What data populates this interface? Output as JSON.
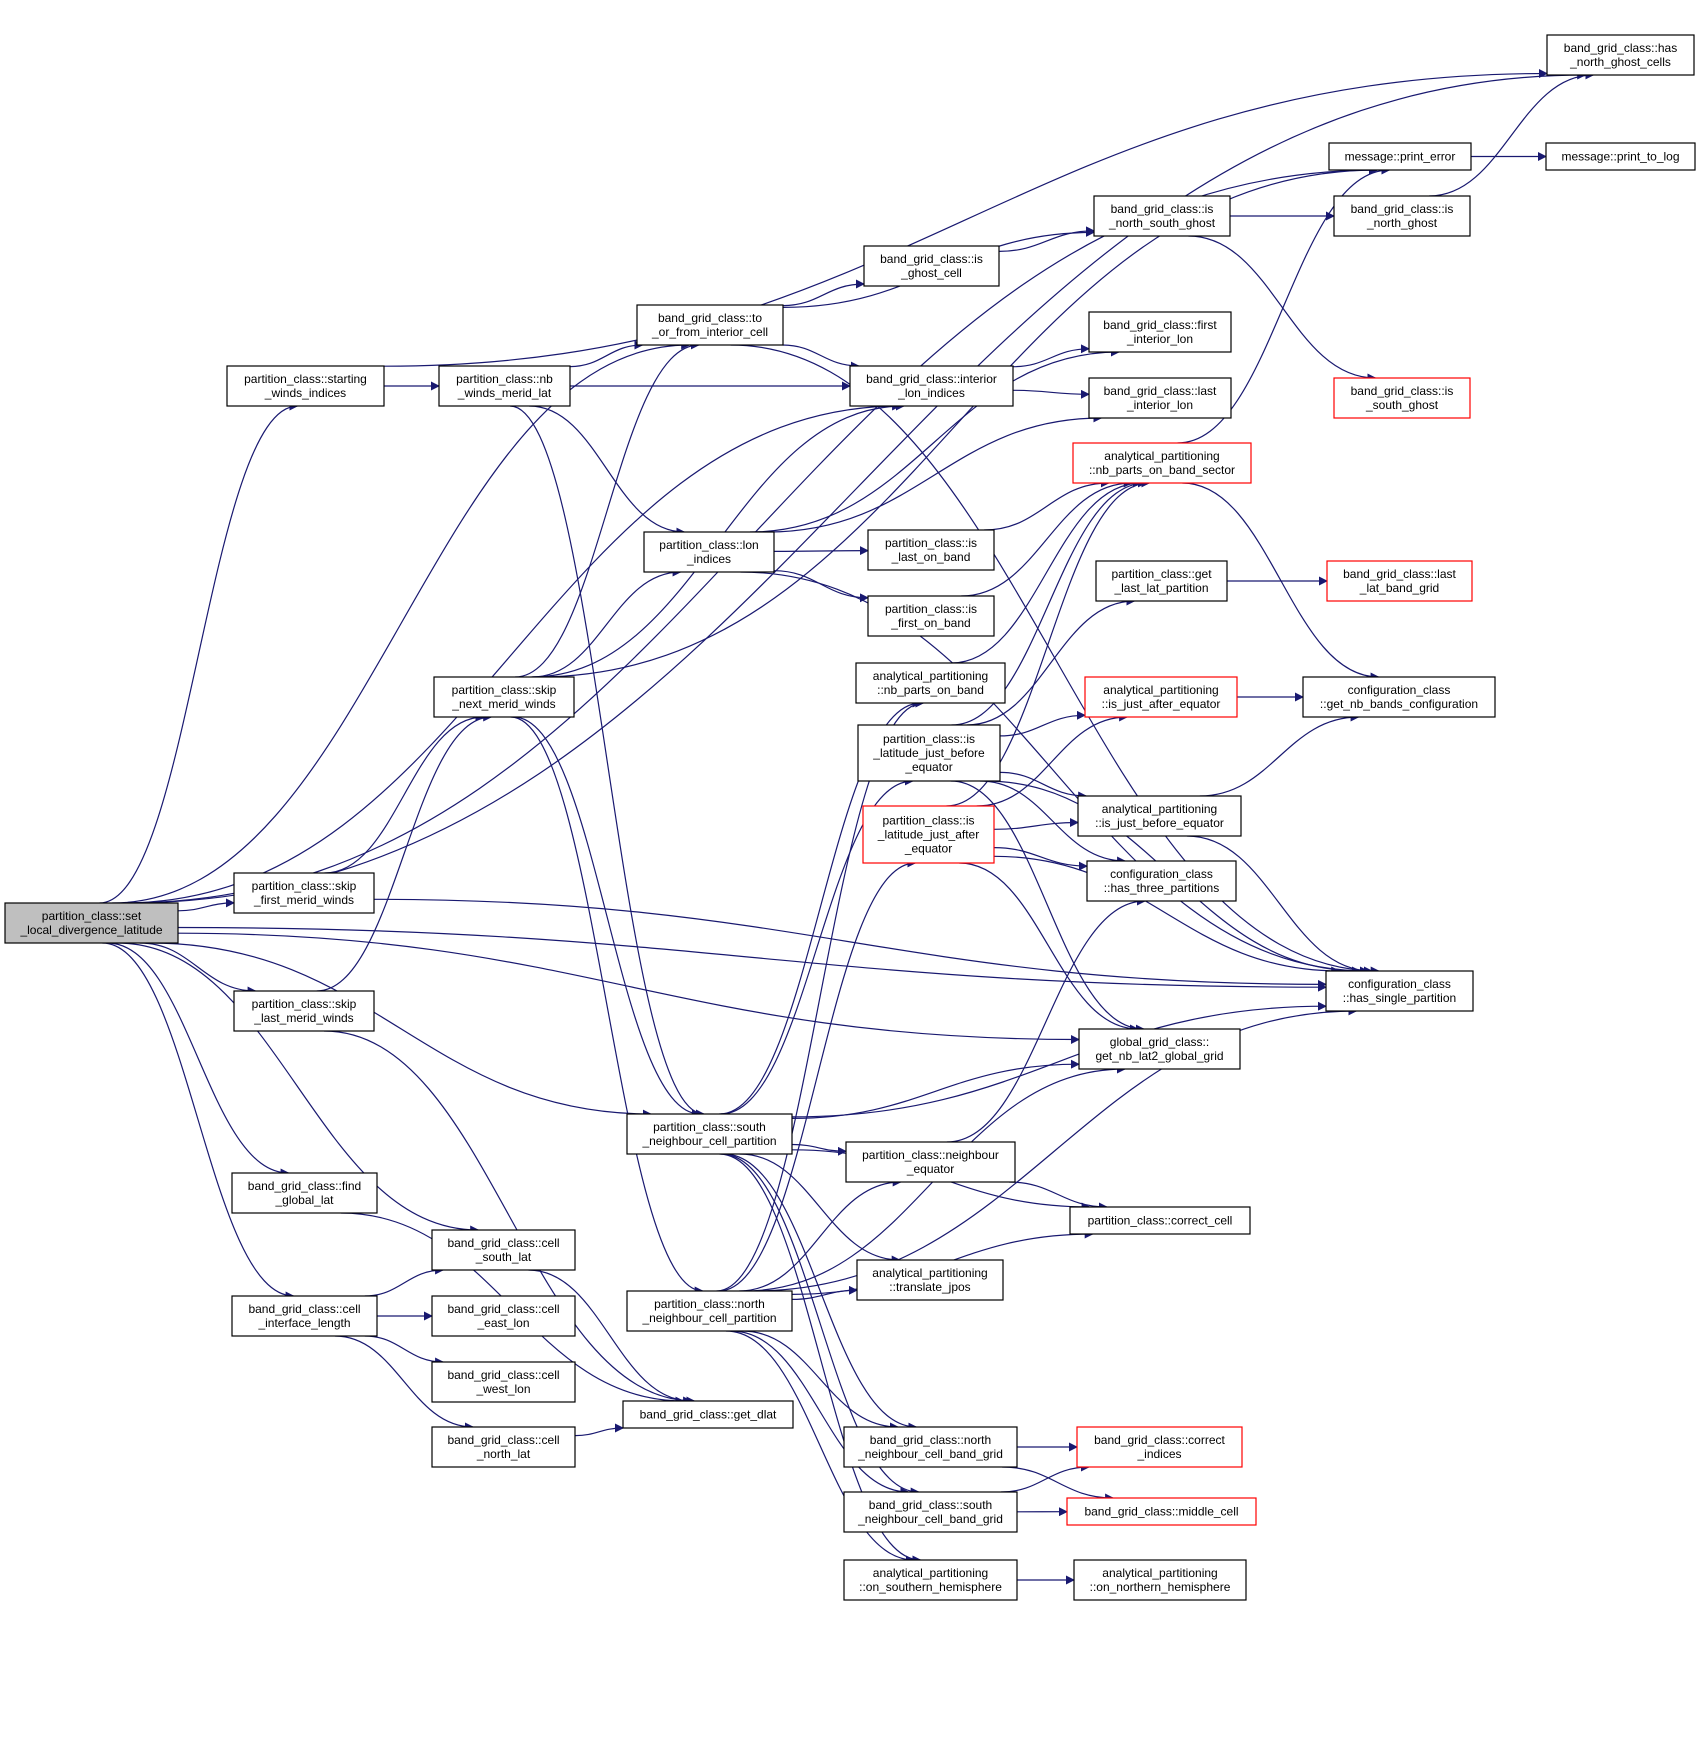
{
  "diagram": {
    "nodes": [
      {
        "id": "root",
        "lines": [
          "partition_class::set",
          "_local_divergence_latitude"
        ],
        "style": "root"
      },
      {
        "id": "has_north_ghost_cells",
        "lines": [
          "band_grid_class::has",
          "_north_ghost_cells"
        ],
        "style": "normal"
      },
      {
        "id": "print_error",
        "lines": [
          "message::print_error"
        ],
        "style": "normal"
      },
      {
        "id": "print_to_log",
        "lines": [
          "message::print_to_log"
        ],
        "style": "normal"
      },
      {
        "id": "is_north_south_ghost",
        "lines": [
          "band_grid_class::is",
          "_north_south_ghost"
        ],
        "style": "normal"
      },
      {
        "id": "is_north_ghost",
        "lines": [
          "band_grid_class::is",
          "_north_ghost"
        ],
        "style": "normal"
      },
      {
        "id": "is_ghost_cell",
        "lines": [
          "band_grid_class::is",
          "_ghost_cell"
        ],
        "style": "normal"
      },
      {
        "id": "to_or_from_interior_cell",
        "lines": [
          "band_grid_class::to",
          "_or_from_interior_cell"
        ],
        "style": "normal"
      },
      {
        "id": "first_interior_lon",
        "lines": [
          "band_grid_class::first",
          "_interior_lon"
        ],
        "style": "normal"
      },
      {
        "id": "starting_winds_indices",
        "lines": [
          "partition_class::starting",
          "_winds_indices"
        ],
        "style": "normal"
      },
      {
        "id": "nb_winds_merid_lat",
        "lines": [
          "partition_class::nb",
          "_winds_merid_lat"
        ],
        "style": "normal"
      },
      {
        "id": "interior_lon_indices",
        "lines": [
          "band_grid_class::interior",
          "_lon_indices"
        ],
        "style": "normal"
      },
      {
        "id": "last_interior_lon",
        "lines": [
          "band_grid_class::last",
          "_interior_lon"
        ],
        "style": "normal"
      },
      {
        "id": "is_south_ghost",
        "lines": [
          "band_grid_class::is",
          "_south_ghost"
        ],
        "style": "red"
      },
      {
        "id": "nb_parts_on_band_sector",
        "lines": [
          "analytical_partitioning",
          "::nb_parts_on_band_sector"
        ],
        "style": "red"
      },
      {
        "id": "lon_indices",
        "lines": [
          "partition_class::lon",
          "_indices"
        ],
        "style": "normal"
      },
      {
        "id": "is_last_on_band",
        "lines": [
          "partition_class::is",
          "_last_on_band"
        ],
        "style": "normal"
      },
      {
        "id": "get_last_lat_partition",
        "lines": [
          "partition_class::get",
          "_last_lat_partition"
        ],
        "style": "normal"
      },
      {
        "id": "last_lat_band_grid",
        "lines": [
          "band_grid_class::last",
          "_lat_band_grid"
        ],
        "style": "red"
      },
      {
        "id": "is_first_on_band",
        "lines": [
          "partition_class::is",
          "_first_on_band"
        ],
        "style": "normal"
      },
      {
        "id": "nb_parts_on_band",
        "lines": [
          "analytical_partitioning",
          "::nb_parts_on_band"
        ],
        "style": "normal"
      },
      {
        "id": "is_just_after_equator",
        "lines": [
          "analytical_partitioning",
          "::is_just_after_equator"
        ],
        "style": "red"
      },
      {
        "id": "get_nb_bands_configuration",
        "lines": [
          "configuration_class",
          "::get_nb_bands_configuration"
        ],
        "style": "normal"
      },
      {
        "id": "skip_next_merid_winds",
        "lines": [
          "partition_class::skip",
          "_next_merid_winds"
        ],
        "style": "normal"
      },
      {
        "id": "is_latitude_just_before_equator",
        "lines": [
          "partition_class::is",
          "_latitude_just_before",
          "_equator"
        ],
        "style": "normal"
      },
      {
        "id": "is_just_before_equator",
        "lines": [
          "analytical_partitioning",
          "::is_just_before_equator"
        ],
        "style": "normal"
      },
      {
        "id": "is_latitude_just_after_equator",
        "lines": [
          "partition_class::is",
          "_latitude_just_after",
          "_equator"
        ],
        "style": "red"
      },
      {
        "id": "has_three_partitions",
        "lines": [
          "configuration_class",
          "::has_three_partitions"
        ],
        "style": "normal"
      },
      {
        "id": "skip_first_merid_winds",
        "lines": [
          "partition_class::skip",
          "_first_merid_winds"
        ],
        "style": "normal"
      },
      {
        "id": "has_single_partition",
        "lines": [
          "configuration_class",
          "::has_single_partition"
        ],
        "style": "normal"
      },
      {
        "id": "skip_last_merid_winds",
        "lines": [
          "partition_class::skip",
          "_last_merid_winds"
        ],
        "style": "normal"
      },
      {
        "id": "get_nb_lat2_global_grid",
        "lines": [
          "global_grid_class::",
          "get_nb_lat2_global_grid"
        ],
        "style": "normal"
      },
      {
        "id": "south_neighbour_cell_partition",
        "lines": [
          "partition_class::south",
          "_neighbour_cell_partition"
        ],
        "style": "normal"
      },
      {
        "id": "neighbour_equator",
        "lines": [
          "partition_class::neighbour",
          "_equator"
        ],
        "style": "normal"
      },
      {
        "id": "find_global_lat",
        "lines": [
          "band_grid_class::find",
          "_global_lat"
        ],
        "style": "normal"
      },
      {
        "id": "correct_cell",
        "lines": [
          "partition_class::correct_cell"
        ],
        "style": "normal"
      },
      {
        "id": "cell_south_lat",
        "lines": [
          "band_grid_class::cell",
          "_south_lat"
        ],
        "style": "normal"
      },
      {
        "id": "translate_jpos",
        "lines": [
          "analytical_partitioning",
          "::translate_jpos"
        ],
        "style": "normal"
      },
      {
        "id": "cell_interface_length",
        "lines": [
          "band_grid_class::cell",
          "_interface_length"
        ],
        "style": "normal"
      },
      {
        "id": "cell_east_lon",
        "lines": [
          "band_grid_class::cell",
          "_east_lon"
        ],
        "style": "normal"
      },
      {
        "id": "north_neighbour_cell_partition",
        "lines": [
          "partition_class::north",
          "_neighbour_cell_partition"
        ],
        "style": "normal"
      },
      {
        "id": "cell_west_lon",
        "lines": [
          "band_grid_class::cell",
          "_west_lon"
        ],
        "style": "normal"
      },
      {
        "id": "get_dlat",
        "lines": [
          "band_grid_class::get_dlat"
        ],
        "style": "normal"
      },
      {
        "id": "north_neighbour_cell_band_grid",
        "lines": [
          "band_grid_class::north",
          "_neighbour_cell_band_grid"
        ],
        "style": "normal"
      },
      {
        "id": "correct_indices",
        "lines": [
          "band_grid_class::correct",
          "_indices"
        ],
        "style": "red"
      },
      {
        "id": "cell_north_lat",
        "lines": [
          "band_grid_class::cell",
          "_north_lat"
        ],
        "style": "normal"
      },
      {
        "id": "south_neighbour_cell_band_grid",
        "lines": [
          "band_grid_class::south",
          "_neighbour_cell_band_grid"
        ],
        "style": "normal"
      },
      {
        "id": "middle_cell",
        "lines": [
          "band_grid_class::middle_cell"
        ],
        "style": "red"
      },
      {
        "id": "on_southern_hemisphere",
        "lines": [
          "analytical_partitioning",
          "::on_southern_hemisphere"
        ],
        "style": "normal"
      },
      {
        "id": "on_northern_hemisphere",
        "lines": [
          "analytical_partitioning",
          "::on_northern_hemisphere"
        ],
        "style": "normal"
      }
    ],
    "edges": [
      [
        "root",
        "has_north_ghost_cells"
      ],
      [
        "root",
        "print_error"
      ],
      [
        "root",
        "to_or_from_interior_cell"
      ],
      [
        "root",
        "starting_winds_indices"
      ],
      [
        "root",
        "interior_lon_indices"
      ],
      [
        "root",
        "skip_first_merid_winds"
      ],
      [
        "root",
        "get_nb_lat2_global_grid"
      ],
      [
        "root",
        "skip_last_merid_winds"
      ],
      [
        "root",
        "has_single_partition"
      ],
      [
        "root",
        "south_neighbour_cell_partition"
      ],
      [
        "root",
        "find_global_lat"
      ],
      [
        "root",
        "cell_south_lat"
      ],
      [
        "root",
        "cell_interface_length"
      ],
      [
        "print_error",
        "print_to_log"
      ],
      [
        "is_north_ghost",
        "has_north_ghost_cells"
      ],
      [
        "is_north_south_ghost",
        "is_north_ghost"
      ],
      [
        "is_north_south_ghost",
        "is_south_ghost"
      ],
      [
        "is_ghost_cell",
        "is_north_south_ghost"
      ],
      [
        "to_or_from_interior_cell",
        "is_north_south_ghost"
      ],
      [
        "to_or_from_interior_cell",
        "is_ghost_cell"
      ],
      [
        "to_or_from_interior_cell",
        "interior_lon_indices"
      ],
      [
        "to_or_from_interior_cell",
        "has_single_partition"
      ],
      [
        "starting_winds_indices",
        "has_north_ghost_cells"
      ],
      [
        "starting_winds_indices",
        "nb_winds_merid_lat"
      ],
      [
        "nb_winds_merid_lat",
        "to_or_from_interior_cell"
      ],
      [
        "nb_winds_merid_lat",
        "interior_lon_indices"
      ],
      [
        "nb_winds_merid_lat",
        "lon_indices"
      ],
      [
        "nb_winds_merid_lat",
        "south_neighbour_cell_partition"
      ],
      [
        "interior_lon_indices",
        "first_interior_lon"
      ],
      [
        "interior_lon_indices",
        "last_interior_lon"
      ],
      [
        "nb_parts_on_band_sector",
        "print_error"
      ],
      [
        "nb_parts_on_band_sector",
        "get_nb_bands_configuration"
      ],
      [
        "lon_indices",
        "first_interior_lon"
      ],
      [
        "lon_indices",
        "last_interior_lon"
      ],
      [
        "lon_indices",
        "is_last_on_band"
      ],
      [
        "lon_indices",
        "is_first_on_band"
      ],
      [
        "lon_indices",
        "has_single_partition"
      ],
      [
        "is_last_on_band",
        "nb_parts_on_band_sector"
      ],
      [
        "is_first_on_band",
        "nb_parts_on_band_sector"
      ],
      [
        "get_last_lat_partition",
        "last_lat_band_grid"
      ],
      [
        "nb_parts_on_band",
        "nb_parts_on_band_sector"
      ],
      [
        "is_just_after_equator",
        "get_nb_bands_configuration"
      ],
      [
        "skip_next_merid_winds",
        "print_error"
      ],
      [
        "skip_next_merid_winds",
        "to_or_from_interior_cell"
      ],
      [
        "skip_next_merid_winds",
        "interior_lon_indices"
      ],
      [
        "skip_next_merid_winds",
        "lon_indices"
      ],
      [
        "skip_next_merid_winds",
        "south_neighbour_cell_partition"
      ],
      [
        "skip_next_merid_winds",
        "north_neighbour_cell_partition"
      ],
      [
        "is_latitude_just_before_equator",
        "nb_parts_on_band_sector"
      ],
      [
        "is_latitude_just_before_equator",
        "get_last_lat_partition"
      ],
      [
        "is_latitude_just_before_equator",
        "is_just_after_equator"
      ],
      [
        "is_latitude_just_before_equator",
        "is_just_before_equator"
      ],
      [
        "is_latitude_just_before_equator",
        "has_three_partitions"
      ],
      [
        "is_latitude_just_before_equator",
        "has_single_partition"
      ],
      [
        "is_latitude_just_before_equator",
        "get_nb_lat2_global_grid"
      ],
      [
        "is_just_before_equator",
        "get_nb_bands_configuration"
      ],
      [
        "is_just_before_equator",
        "has_single_partition"
      ],
      [
        "is_latitude_just_after_equator",
        "is_just_after_equator"
      ],
      [
        "is_latitude_just_after_equator",
        "is_just_before_equator"
      ],
      [
        "is_latitude_just_after_equator",
        "has_three_partitions"
      ],
      [
        "is_latitude_just_after_equator",
        "has_single_partition"
      ],
      [
        "is_latitude_just_after_equator",
        "get_nb_lat2_global_grid"
      ],
      [
        "is_latitude_just_after_equator",
        "nb_parts_on_band_sector"
      ],
      [
        "skip_first_merid_winds",
        "skip_next_merid_winds"
      ],
      [
        "skip_first_merid_winds",
        "has_single_partition"
      ],
      [
        "skip_last_merid_winds",
        "skip_next_merid_winds"
      ],
      [
        "skip_last_merid_winds",
        "get_dlat"
      ],
      [
        "south_neighbour_cell_partition",
        "nb_parts_on_band"
      ],
      [
        "south_neighbour_cell_partition",
        "is_latitude_just_before_equator"
      ],
      [
        "south_neighbour_cell_partition",
        "get_nb_lat2_global_grid"
      ],
      [
        "south_neighbour_cell_partition",
        "has_single_partition"
      ],
      [
        "south_neighbour_cell_partition",
        "neighbour_equator"
      ],
      [
        "south_neighbour_cell_partition",
        "correct_cell"
      ],
      [
        "south_neighbour_cell_partition",
        "translate_jpos"
      ],
      [
        "south_neighbour_cell_partition",
        "north_neighbour_cell_band_grid"
      ],
      [
        "south_neighbour_cell_partition",
        "south_neighbour_cell_band_grid"
      ],
      [
        "south_neighbour_cell_partition",
        "on_southern_hemisphere"
      ],
      [
        "neighbour_equator",
        "has_three_partitions"
      ],
      [
        "neighbour_equator",
        "correct_cell"
      ],
      [
        "find_global_lat",
        "get_dlat"
      ],
      [
        "cell_south_lat",
        "get_dlat"
      ],
      [
        "cell_interface_length",
        "cell_south_lat"
      ],
      [
        "cell_interface_length",
        "cell_east_lon"
      ],
      [
        "cell_interface_length",
        "cell_west_lon"
      ],
      [
        "cell_interface_length",
        "cell_north_lat"
      ],
      [
        "cell_north_lat",
        "get_dlat"
      ],
      [
        "north_neighbour_cell_partition",
        "nb_parts_on_band"
      ],
      [
        "north_neighbour_cell_partition",
        "is_latitude_just_after_equator"
      ],
      [
        "north_neighbour_cell_partition",
        "translate_jpos"
      ],
      [
        "north_neighbour_cell_partition",
        "neighbour_equator"
      ],
      [
        "north_neighbour_cell_partition",
        "get_nb_lat2_global_grid"
      ],
      [
        "north_neighbour_cell_partition",
        "correct_cell"
      ],
      [
        "north_neighbour_cell_partition",
        "has_single_partition"
      ],
      [
        "north_neighbour_cell_partition",
        "north_neighbour_cell_band_grid"
      ],
      [
        "north_neighbour_cell_partition",
        "south_neighbour_cell_band_grid"
      ],
      [
        "north_neighbour_cell_partition",
        "on_southern_hemisphere"
      ],
      [
        "north_neighbour_cell_band_grid",
        "correct_indices"
      ],
      [
        "north_neighbour_cell_band_grid",
        "middle_cell"
      ],
      [
        "south_neighbour_cell_band_grid",
        "correct_indices"
      ],
      [
        "south_neighbour_cell_band_grid",
        "middle_cell"
      ],
      [
        "on_southern_hemisphere",
        "on_northern_hemisphere"
      ]
    ],
    "colors": {
      "edge": "#191970",
      "node_border": "#000000",
      "red_border": "#ff0000",
      "root_fill": "#bfbfbf",
      "node_fill": "#ffffff",
      "text": "#000000"
    }
  }
}
